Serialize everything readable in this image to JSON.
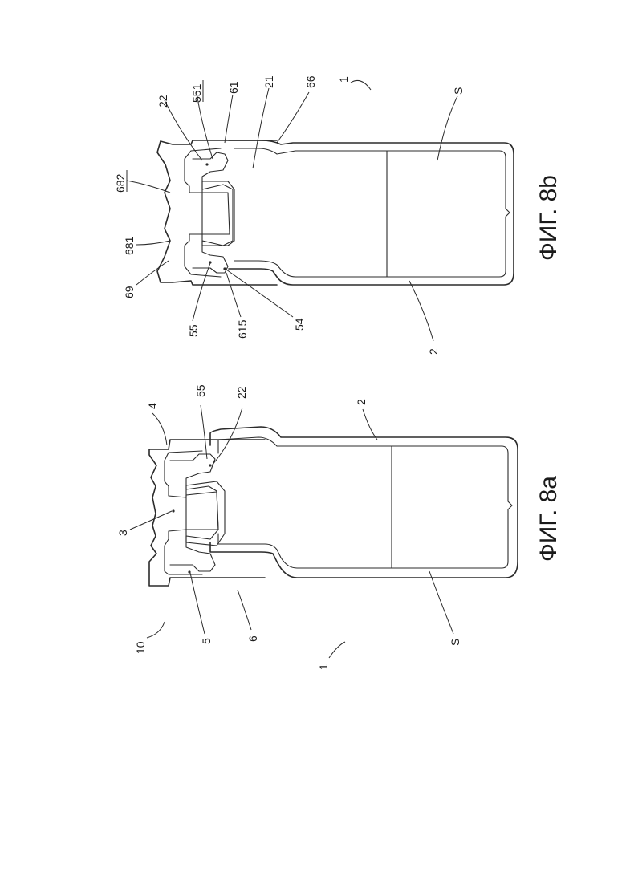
{
  "figures": [
    {
      "caption": "ФИГ. 8a",
      "labels": [
        "10",
        "4",
        "3",
        "55",
        "22",
        "2",
        "5",
        "6",
        "1",
        "S"
      ]
    },
    {
      "caption": "ФИГ. 8b",
      "labels": [
        "22",
        "551",
        "61",
        "21",
        "66",
        "1",
        "682",
        "681",
        "69",
        "55",
        "615",
        "54",
        "2",
        "S"
      ]
    }
  ],
  "underlined_labels": [
    "551",
    "682"
  ]
}
